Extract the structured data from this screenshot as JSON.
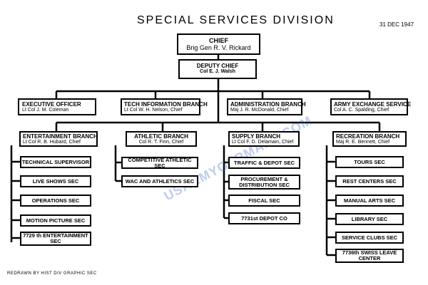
{
  "title": "SPECIAL SERVICES DIVISION",
  "date": "31 DEC 1947",
  "footer": "REDRAWN BY HIST DIV GRAPHIC SEC",
  "watermark": "USARMYGERMANY.COM",
  "chief": {
    "title": "CHIEF",
    "name": "Brig Gen R. V. Rickard"
  },
  "deputy": {
    "title": "DEPUTY CHIEF",
    "name": "Col E. J. Walsh"
  },
  "offices": [
    {
      "title": "EXECUTIVE OFFICER",
      "name": "Lt Col J. M. Coleman"
    },
    {
      "title": "TECH INFORMATION BRANCH",
      "name": "Lt Col W. H. Nelson, Chief"
    },
    {
      "title": "ADMINISTRATION BRANCH",
      "name": "Maj J. R. McDonald, Chief"
    },
    {
      "title": "ARMY EXCHANGE SERVICE",
      "name": "Col A. C. Spalding, Chief"
    }
  ],
  "branches": {
    "entertainment": {
      "title": "ENTERTAINMENT BRANCH",
      "name": "Lt Col R. B. Hubard, Chief",
      "units": [
        "TECHNICAL SUPERVISOR",
        "LIVE SHOWS SEC",
        "OPERATIONS SEC",
        "MOTION PICTURE SEC",
        "7729 th ENTERTAINMENT SEC"
      ]
    },
    "athletic": {
      "title": "ATHLETIC BRANCH",
      "name": "Col R. T. Finn, Chief",
      "units": [
        "COMPETITIVE ATHLETIC SEC",
        "WAC AND ATHLETICS SEC"
      ]
    },
    "supply": {
      "title": "SUPPLY BRANCH",
      "name": "Lt Col F. D. Delamain, Chief",
      "units": [
        "TRAFFIC & DEPOT SEC",
        "PROCUREMENT & DISTRIBUTION SEC",
        "FISCAL SEC",
        "7731st DEPOT CO"
      ]
    },
    "recreation": {
      "title": "RECREATION BRANCH",
      "name": "Maj R. E. Bennett, Chief",
      "units": [
        "TOURS SEC",
        "REST CENTERS SEC",
        "MANUAL ARTS SEC",
        "LIBRARY SEC",
        "SERVICE CLUBS SEC",
        "7736th SWISS LEAVE CENTER"
      ]
    }
  }
}
